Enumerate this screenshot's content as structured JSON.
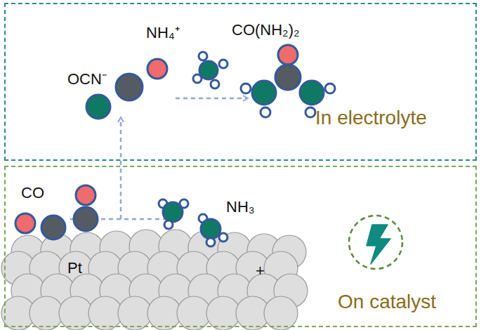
{
  "diagram": {
    "nodes": [
      {
        "text": [
          "In electrolyte"
        ]
      },
      {
        "text": [
          "On catalyst"
        ]
      }
    ],
    "labels": [
      "OCN⁻",
      "NH₄⁺",
      "CO(NH₂)₂",
      "CO",
      "NH₃",
      "Pt",
      "+"
    ]
  }
}
